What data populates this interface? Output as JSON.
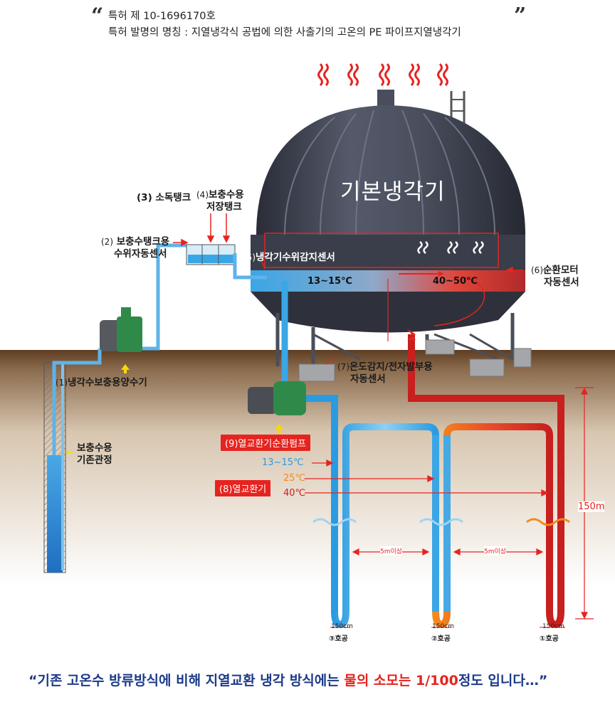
{
  "header": {
    "quote_open": "“",
    "quote_close": "”",
    "line1": "특허 제 10-1696170호",
    "line2": "특허 발명의 명칭 : 지열냉각식 공법에 의한 사출기의 고온의 PE 파이프지열냉각기"
  },
  "tower": {
    "title": "기본냉각기",
    "temp_cool": "13~15℃",
    "temp_hot": "40~50℃"
  },
  "labels": {
    "l1_num": "(1)",
    "l1_text": "냉각수보충용양수기",
    "l2_num": "(2)",
    "l2_line1": "보충수탱크용",
    "l2_line2": "수위자동센서",
    "l3": "(3) 소독탱크",
    "l4_num": "(4)",
    "l4_line1": "보충수용",
    "l4_line2": "저장탱크",
    "l5_num": "(5)",
    "l5_text": "냉각기수위감지센서",
    "l6_num": "(6)",
    "l6_line1": "순환모터",
    "l6_line2": "자동센서",
    "l7_num": "(7)",
    "l7_line1": "온도감지/전자발부용",
    "l7_line2": "자동센서",
    "l8": "(8)열교환기",
    "l9": "(9)열교환기순환펌프",
    "well_line1": "보충수용",
    "well_line2": "기존관정"
  },
  "temps": {
    "t1": "13~15℃",
    "t2": "25℃",
    "t3": "40℃"
  },
  "dims": {
    "depth": "150m",
    "gap1": "5m이상",
    "gap2": "5m이상",
    "w1": "150cm",
    "w2": "150cm",
    "w3": "150cm"
  },
  "holes": {
    "h3": "③호공",
    "h2": "②호공",
    "h1": "①호공"
  },
  "footer": {
    "part1": "“기존 고온수 방류방식에 비해 지열교환 냉각 방식에는 ",
    "highlight": "물의 소모는 1/100",
    "part2": "정도 입니다…”"
  },
  "colors": {
    "cold": "#2a9be0",
    "warm": "#f28a1e",
    "hot": "#c81f1f",
    "accent_red": "#e52420",
    "ground_top": "#6b4a2e",
    "tank_body": "#3d4150"
  }
}
